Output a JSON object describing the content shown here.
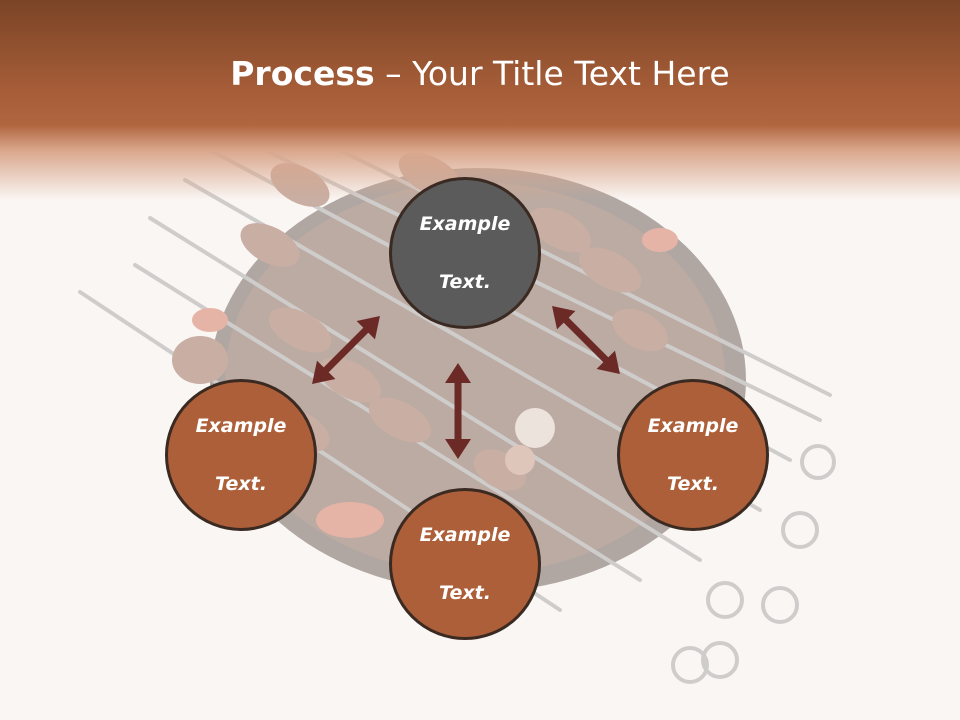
{
  "slide": {
    "title_bold": "Process",
    "title_rest": " – Your Title Text Here"
  },
  "nodes": {
    "center": {
      "line1": "Example",
      "line2": "Text."
    },
    "left": {
      "line1": "Example",
      "line2": "Text."
    },
    "right": {
      "line1": "Example",
      "line2": "Text."
    },
    "bottom": {
      "line1": "Example",
      "line2": "Text."
    }
  },
  "colors": {
    "header_dark": "#7a4426",
    "header_copper": "#b0663f",
    "node_copper": "#ad5f39",
    "node_center": "#5b5b5b",
    "arrow": "#6b2a26",
    "background": "#faf6f4"
  },
  "background_image": {
    "subject": "grilled kebab skewers on a barbecue grill"
  }
}
